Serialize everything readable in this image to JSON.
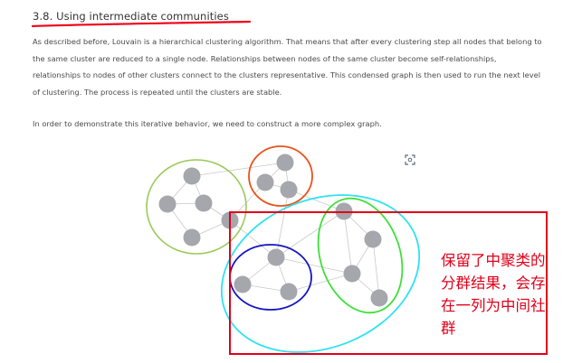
{
  "section": {
    "heading": "3.8. Using intermediate communities",
    "paragraph1": "As described before, Louvain is a hierarchical clustering algorithm. That means that after every clustering step all nodes that belong to the same cluster are reduced to a single node. Relationships between nodes of the same cluster become self-relationships, relationships to nodes of other clusters connect to the clusters representative. This condensed graph is then used to run the next level of clustering. The process is repeated until the clusters are stable.",
    "paragraph2": "In order to demonstrate this iterative behavior, we need to construct a more complex graph."
  },
  "annotation": {
    "text": "保留了中聚类的分群结果，会存在一列为中间社群"
  },
  "colors": {
    "node": "#a6a6ad",
    "edge": "#c8c8c8",
    "green_circle": "#9bc95a",
    "orange_circle": "#e8541a",
    "cyan_circle": "#2fe2f0",
    "blue_circle": "#1515c0",
    "lime_circle": "#3ee03a",
    "red_box": "#e0001a",
    "red_underline": "#f0001a"
  },
  "icons": {
    "expand": "expand-graph-icon"
  }
}
